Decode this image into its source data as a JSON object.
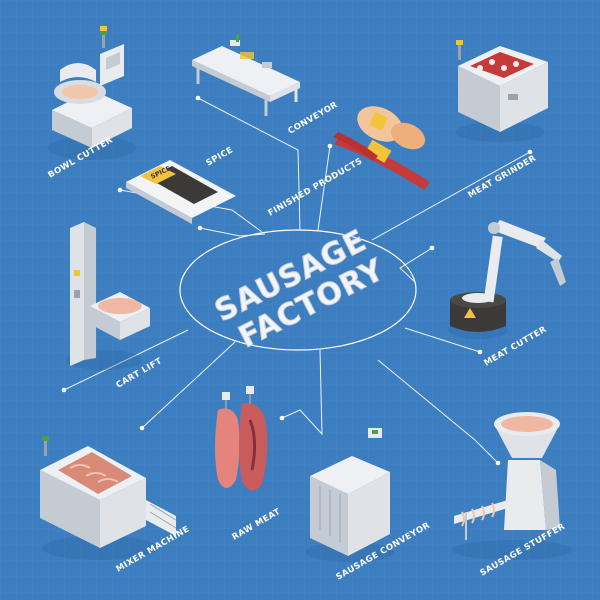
{
  "title": {
    "line1": "SAUSAGE",
    "line2": "FACTORY"
  },
  "labels": {
    "bowl_cutter": "BOWL CUTTER",
    "spice": "SPICE",
    "conveyor": "CONVEYOR",
    "finished_products": "FINISHED PRODUCTS",
    "meat_grinder": "MEAT GRINDER",
    "meat_cutter": "MEAT CUTTER",
    "cart_lift": "CART LIFT",
    "mixer_machine": "MIXER MACHINE",
    "raw_meat": "RAW MEAT",
    "sausage_conveyor": "SAUSAGE CONVEYOR",
    "sausage_stuffer": "SAUSAGE STUFFER"
  },
  "packet_text": "SPICE",
  "colors": {
    "background": "#3d7ec0",
    "grid": "#4a8acb",
    "machine_body": "#e9ecef",
    "machine_shade": "#c5cbd2",
    "meat": "#e4847c",
    "sausage": "#c73a3a",
    "accent_yellow": "#f3c33c"
  }
}
